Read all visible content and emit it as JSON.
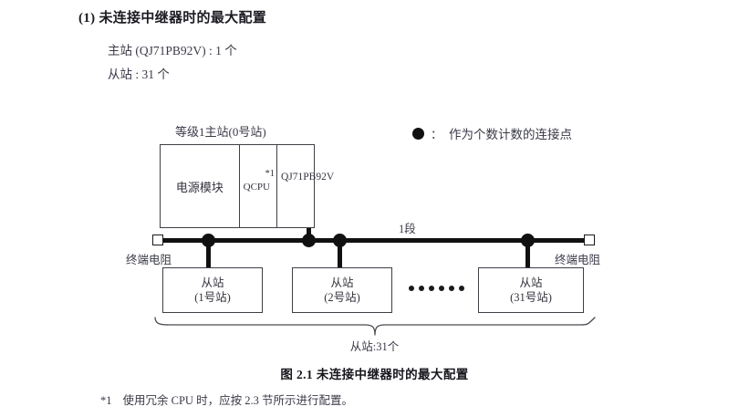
{
  "heading": {
    "title": "(1) 未连接中继器时的最大配置",
    "master_line": "主站 (QJ71PB92V) : 1 个",
    "slave_line": "从站 : 31 个"
  },
  "legend": {
    "symbol": "filled-circle",
    "separator": "：",
    "text": "作为个数计数的连接点"
  },
  "diagram": {
    "master": {
      "caption": "等级1主站(0号站)",
      "cells": [
        {
          "label": "电源模块"
        },
        {
          "label": "QCPU",
          "footnote_mark": "*1"
        },
        {
          "label_line1": "QJ71",
          "label_line2": "PB92V"
        }
      ]
    },
    "bus": {
      "segment_label": "1段",
      "terminator_left": "终端电阻",
      "terminator_right": "终端电阻",
      "node_count": 4
    },
    "slaves": [
      {
        "name": "从站",
        "station": "(1号站)"
      },
      {
        "name": "从站",
        "station": "(2号站)"
      },
      {
        "name": "从站",
        "station": "(31号站)"
      }
    ],
    "ellipsis_dots": 6,
    "brace_label": "从站:31个"
  },
  "figure": {
    "caption": "图 2.1  未连接中继器时的最大配置"
  },
  "footnote": {
    "mark": "*1",
    "text": "使用冗余 CPU 时，应按 2.3 节所示进行配置。"
  },
  "colors": {
    "ink": "#2b2b33",
    "line": "#3f3f46",
    "node": "#111111",
    "paper": "#ffffff"
  }
}
